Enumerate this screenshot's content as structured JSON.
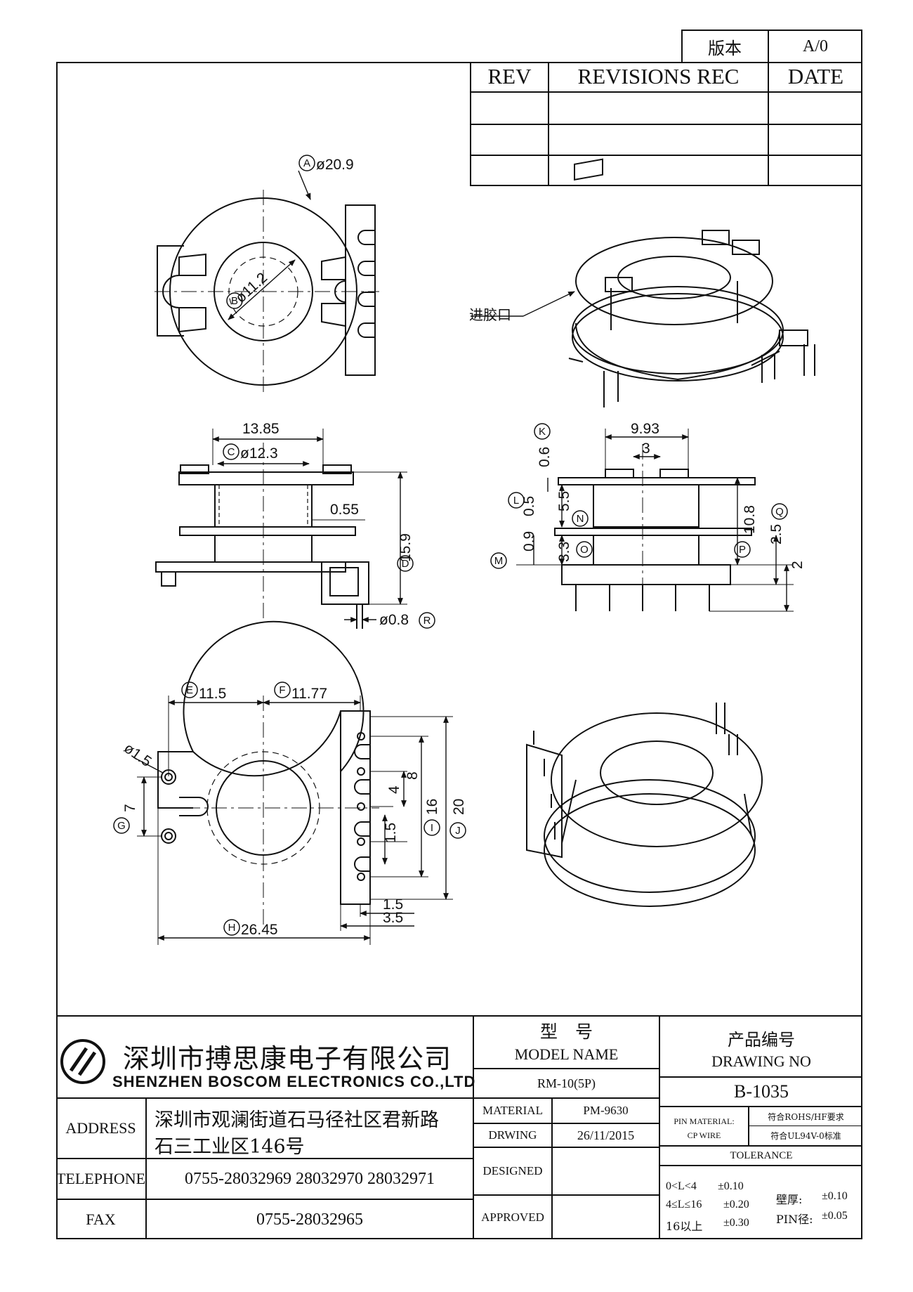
{
  "version_box": {
    "label": "版本",
    "value": "A/0"
  },
  "revision_table": {
    "headers": [
      "REV",
      "REVISIONS REC",
      "DATE"
    ],
    "rows": [
      [
        "",
        "",
        ""
      ],
      [
        "",
        "",
        ""
      ],
      [
        "",
        "",
        ""
      ]
    ]
  },
  "views": {
    "top_view": {
      "bubbles": [
        "A",
        "B"
      ],
      "dims": {
        "A": "ø20.9",
        "B": "ø11.2"
      }
    },
    "iso_top": {
      "note": "进胶口"
    },
    "side_view_left": {
      "bubbles": [
        "C",
        "D",
        "R"
      ],
      "dims": {
        "width": "13.85",
        "C": "ø12.3",
        "wall": "0.55",
        "D": "15.9",
        "R": "ø0.8"
      }
    },
    "side_view_right": {
      "bubbles": [
        "K",
        "L",
        "M",
        "N",
        "O",
        "P",
        "Q"
      ],
      "dims": {
        "top_width": "9.93",
        "slot": "3",
        "K": "0.6",
        "L": "0.5",
        "N": "5.5",
        "M": "0.9",
        "O": "3.3",
        "P": "10.8",
        "Q": "2.5",
        "base": "2"
      }
    },
    "bottom_view": {
      "bubbles": [
        "E",
        "F",
        "G",
        "H",
        "I",
        "J"
      ],
      "dims": {
        "E": "11.5",
        "F": "11.77",
        "hole": "ø1.5",
        "G": "7",
        "pitch4": "4",
        "pitch8": "8",
        "gap": "1.5",
        "I": "16",
        "J": "20",
        "pin_off1": "1.5",
        "pin_off2": "3.5",
        "H": "26.45"
      }
    }
  },
  "title_block": {
    "company_cn": "深圳市搏思康电子有限公司",
    "company_en": "SHENZHEN BOSCOM ELECTRONICS CO.,LTD",
    "address_label": "ADDRESS",
    "address_line1": "深圳市观澜街道石马径社区君新路",
    "address_line2": "石三工业区146号",
    "telephone_label": "TELEPHONE",
    "telephone": "0755-28032969 28032970 28032971",
    "fax_label": "FAX",
    "fax": "0755-28032965",
    "model_name_cn": "型　号",
    "model_name_en": "MODEL NAME",
    "model_value": "RM-10(5P)",
    "drawing_no_cn": "产品编号",
    "drawing_no_en": "DRAWING NO",
    "drawing_no": "B-1035",
    "material_label": "MATERIAL",
    "material": "PM-9630",
    "drwing_label": "DRWING",
    "drwing_date": "26/11/2015",
    "designed_label": "DESIGNED",
    "designed": "",
    "approved_label": "APPROVED",
    "approved": "",
    "pin_material_label": "PIN MATERIAL:",
    "pin_material": "CP WIRE",
    "rohs": "符合ROHS/HF要求",
    "ul": "符合UL94V-0标准",
    "tolerance_label": "TOLERANCE",
    "tolerances": [
      {
        "range": "0<L<4",
        "value": "±0.10"
      },
      {
        "range": "4≤L≤16",
        "value": "±0.20"
      },
      {
        "range": "16以上",
        "value": "±0.30"
      }
    ],
    "wall_tol": {
      "label": "壁厚:",
      "value": "±0.10"
    },
    "pin_tol": {
      "label": "PIN径:",
      "value": "±0.05"
    }
  },
  "colors": {
    "line": "#111111",
    "background": "#ffffff"
  }
}
